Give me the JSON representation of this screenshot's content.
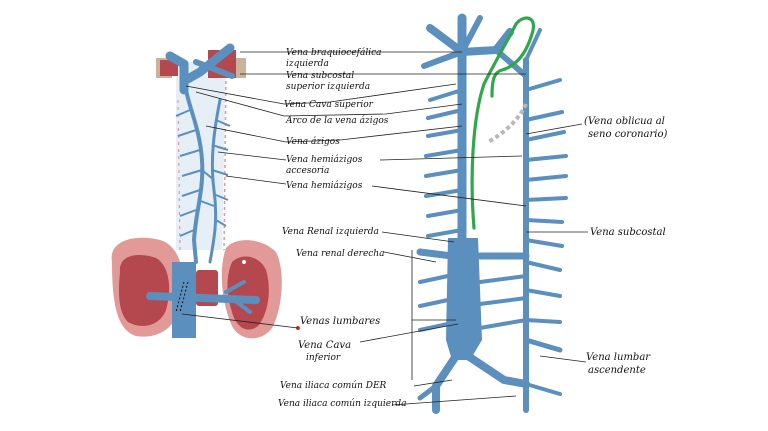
{
  "labels": {
    "left": {
      "braquiocefalica": [
        "Vena braquiocefálica",
        "izquierda"
      ],
      "subcostal_sup": [
        "Vena subcostal",
        "superior izquierda"
      ],
      "cava_superior": "Vena Cava superior",
      "arco_azigos": "Arco de la vena ázigos",
      "azigos": "Vena ázigos",
      "hemiazigos_accesoria": [
        "Vena hemiázigos",
        "accesoria"
      ],
      "hemiazigos": "Vena hemiázigos",
      "renal_izquierda": "Vena Renal izquierda",
      "renal_derecha": "Vena renal derecha",
      "lumbares": "Venas lumbares",
      "cava_inferior": [
        "Vena Cava",
        "inferior"
      ],
      "iliaca_der": "Vena iliaca común DER",
      "iliaca_izq": "Vena iliaca común izquierda"
    },
    "right": {
      "oblicua": [
        "(Vena oblicua al",
        "seno coronario)"
      ],
      "subcostal": "Vena subcostal",
      "lumbar_ascendente": [
        "Vena lumbar",
        "ascendente"
      ]
    }
  },
  "colors": {
    "vein": "#5b8fbe",
    "kidney": "#b5474e",
    "kidney_light": "#e29a98",
    "green_vessel": "#2ea84a",
    "dashed": "#b8b8b8",
    "aorta_fill": "#e6eff6"
  }
}
